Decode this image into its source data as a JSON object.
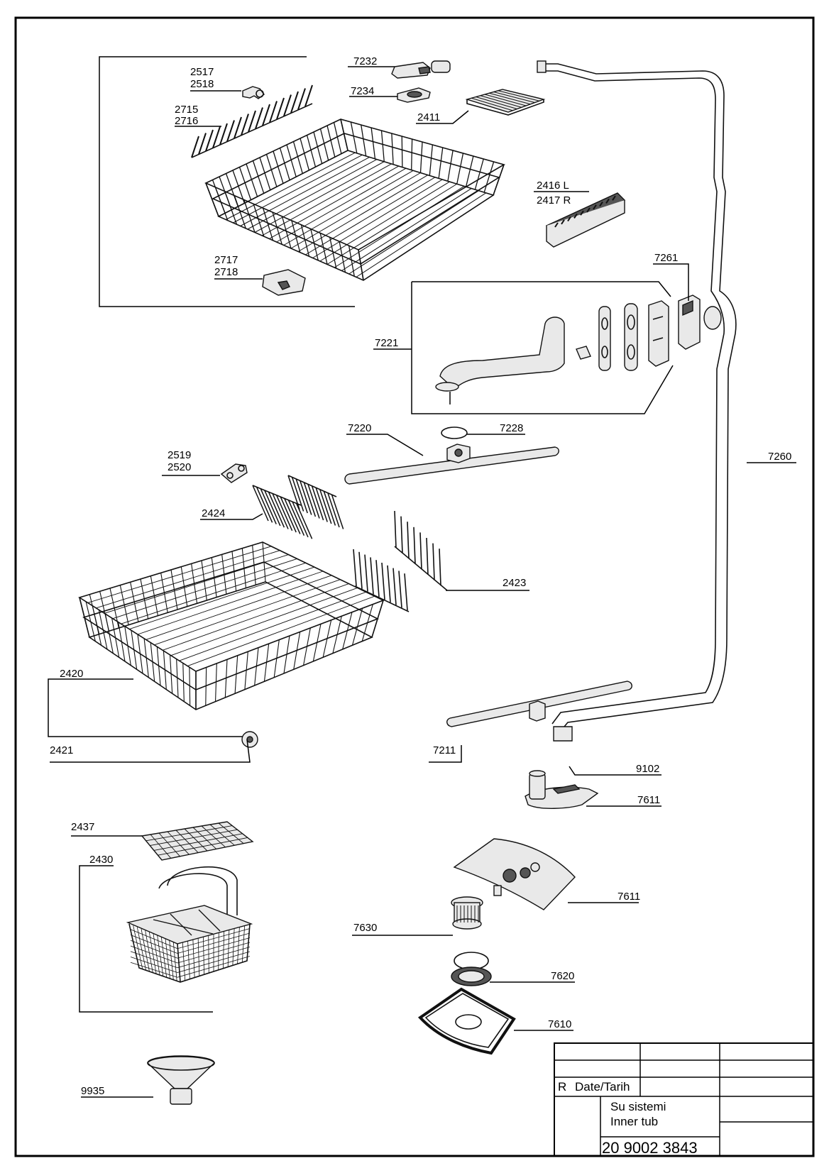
{
  "parts": [
    {
      "id": "p2517",
      "text": "2517"
    },
    {
      "id": "p2518",
      "text": "2518"
    },
    {
      "id": "p2715",
      "text": "2715"
    },
    {
      "id": "p2716",
      "text": "2716"
    },
    {
      "id": "p2717",
      "text": "2717"
    },
    {
      "id": "p2718",
      "text": "2718"
    },
    {
      "id": "p7232",
      "text": "7232"
    },
    {
      "id": "p7234",
      "text": "7234"
    },
    {
      "id": "p2411",
      "text": "2411"
    },
    {
      "id": "p2416",
      "text": "2416 L"
    },
    {
      "id": "p2417",
      "text": "2417 R"
    },
    {
      "id": "p7261",
      "text": "7261"
    },
    {
      "id": "p7221",
      "text": "7221"
    },
    {
      "id": "p7220",
      "text": "7220"
    },
    {
      "id": "p7228",
      "text": "7228"
    },
    {
      "id": "p7260",
      "text": "7260"
    },
    {
      "id": "p2519",
      "text": "2519"
    },
    {
      "id": "p2520",
      "text": "2520"
    },
    {
      "id": "p2424",
      "text": "2424"
    },
    {
      "id": "p2423",
      "text": "2423"
    },
    {
      "id": "p2420",
      "text": "2420"
    },
    {
      "id": "p2421",
      "text": "2421"
    },
    {
      "id": "p7211",
      "text": "7211"
    },
    {
      "id": "p9102",
      "text": "9102"
    },
    {
      "id": "p7611a",
      "text": "7611"
    },
    {
      "id": "p7611b",
      "text": "7611"
    },
    {
      "id": "p2437",
      "text": "2437"
    },
    {
      "id": "p2430",
      "text": "2430"
    },
    {
      "id": "p7630",
      "text": "7630"
    },
    {
      "id": "p7620",
      "text": "7620"
    },
    {
      "id": "p7610",
      "text": "7610"
    },
    {
      "id": "p9935",
      "text": "9935"
    }
  ],
  "title_block": {
    "rev_label": "R",
    "date_label": "Date/Tarih",
    "title_tr": "Su sistemi",
    "title_en": "Inner tub",
    "doc_number": "20 9002 3843"
  }
}
